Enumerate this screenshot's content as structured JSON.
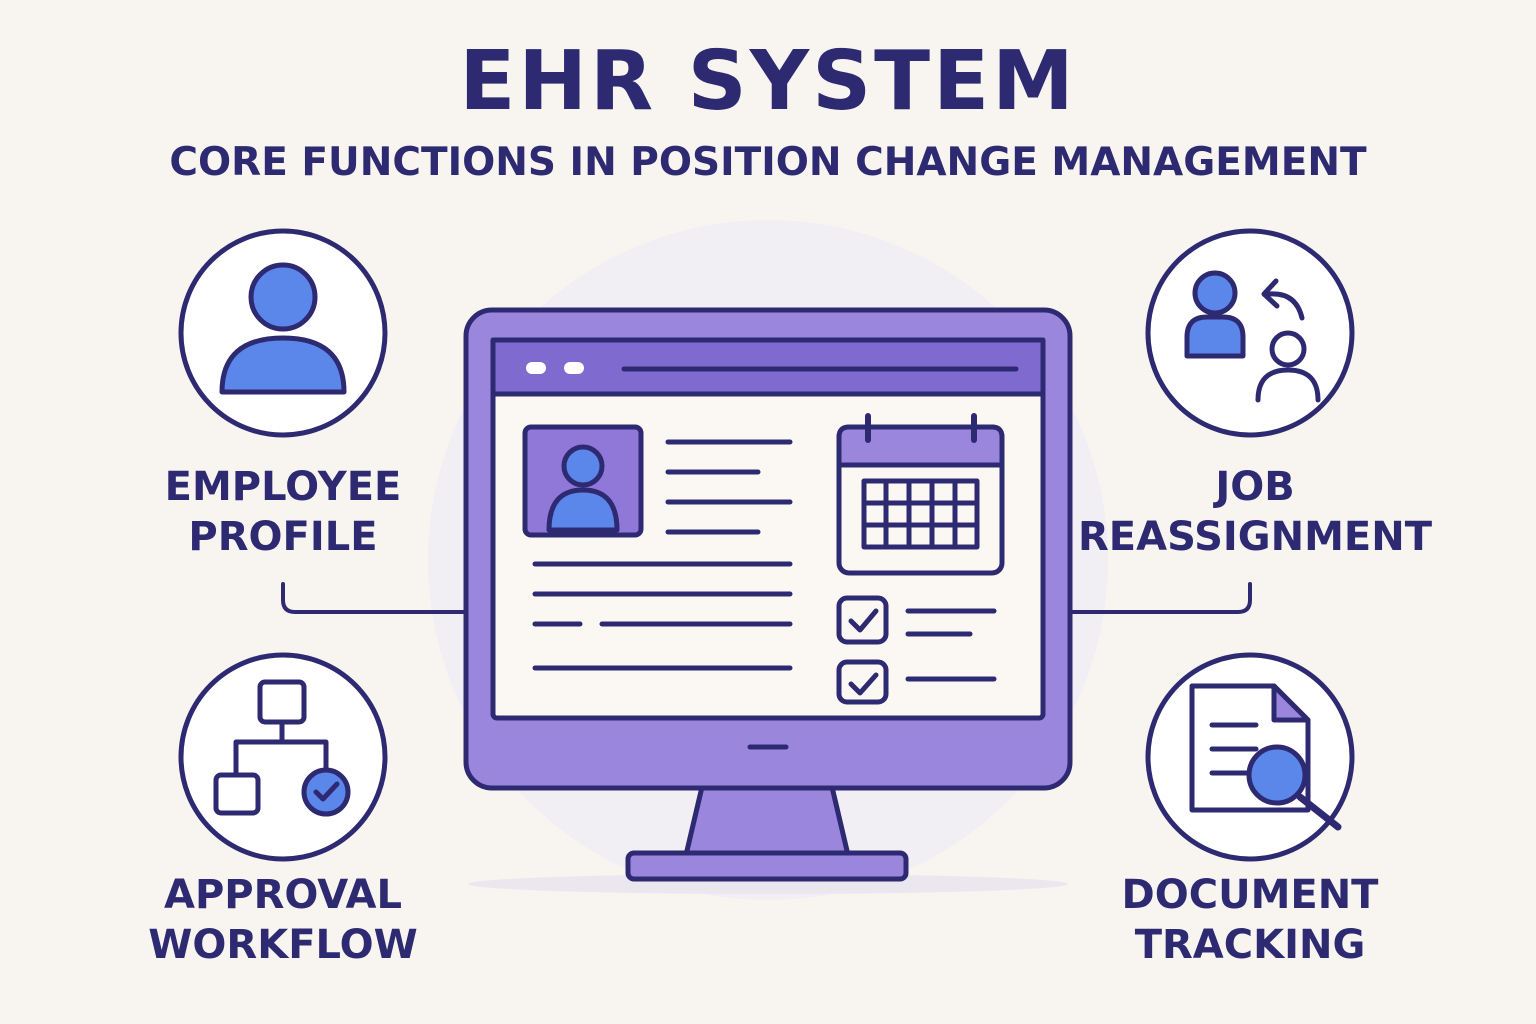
{
  "title": "EHR SYSTEM",
  "subtitle": "CORE FUNCTIONS IN POSITION CHANGE MANAGEMENT",
  "functions": {
    "employee_profile": {
      "line1": "EMPLOYEE",
      "line2": "PROFILE",
      "icon": "user-profile-icon"
    },
    "job_reassignment": {
      "line1": "JOB",
      "line2": "REASSIGNMENT",
      "icon": "user-swap-icon"
    },
    "approval_workflow": {
      "line1": "APPROVAL",
      "line2": "WORKFLOW",
      "icon": "workflow-icon"
    },
    "document_tracking": {
      "line1": "DOCUMENT",
      "line2": "TRACKING",
      "icon": "document-search-icon"
    }
  },
  "colors": {
    "navy": "#2e2a72",
    "purple": "#9b86de",
    "purple_dark": "#7f6ad0",
    "blue": "#5b86ea",
    "background": "#f8f5f1",
    "screen": "#fbf8f4"
  }
}
